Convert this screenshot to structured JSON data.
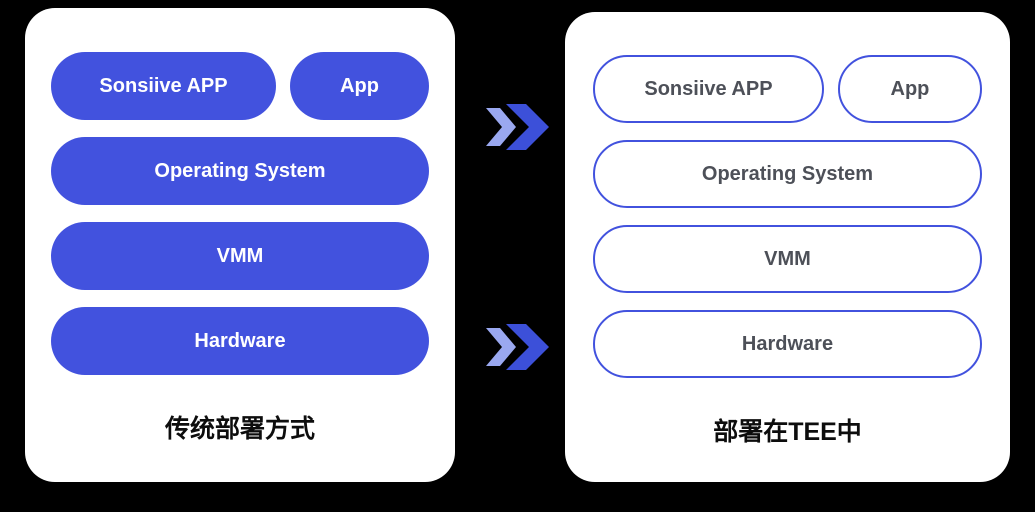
{
  "colors": {
    "pill_blue": "#4252de",
    "outline_text": "#4d5058",
    "arrow_light": "#9aa8f0",
    "arrow_dark": "#3c50d9",
    "panel_background": "#ffffff",
    "page_background": "#000000"
  },
  "left_panel": {
    "caption": "传统部署方式",
    "pills": [
      "Sonsiive APP",
      "App",
      "Operating System",
      "VMM",
      "Hardware"
    ]
  },
  "right_panel": {
    "caption": "部署在TEE中",
    "pills": [
      "Sonsiive APP",
      "App",
      "Operating System",
      "VMM",
      "Hardware"
    ]
  },
  "arrows": {
    "top": "transition-arrow-top",
    "bottom": "transition-arrow-bottom"
  }
}
